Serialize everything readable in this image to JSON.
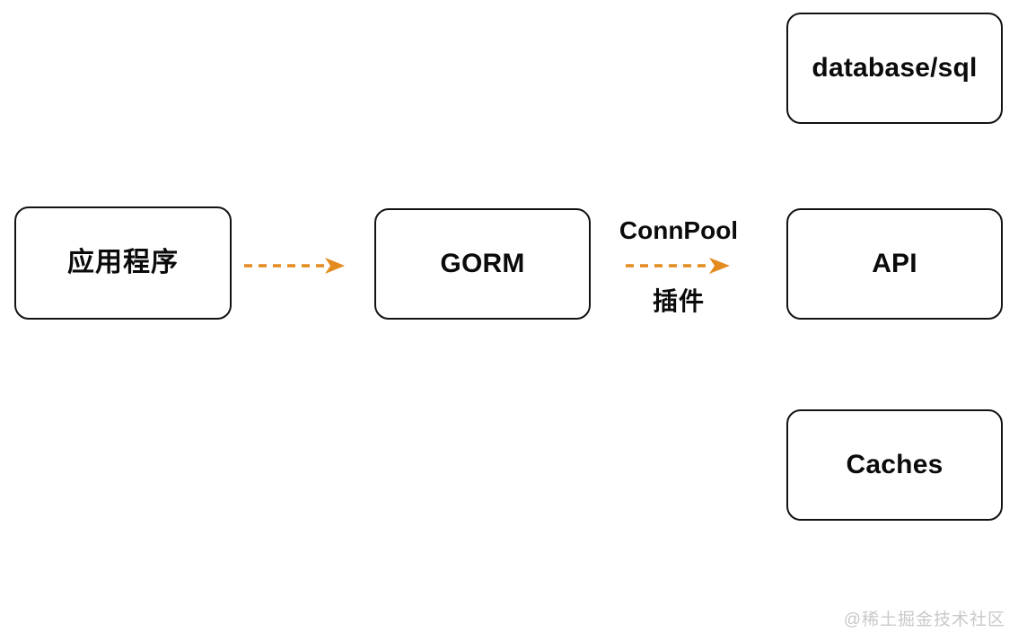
{
  "diagram": {
    "title": "GORM ConnPool plugin architecture",
    "background_color": "#ffffff",
    "node_border_color": "#121212",
    "node_text_color": "#0b0b0b",
    "edge_color": "#e38b1e",
    "nodes": [
      {
        "id": "app",
        "label": "应用程序",
        "script": "cjk"
      },
      {
        "id": "gorm",
        "label": "GORM",
        "script": "latin"
      },
      {
        "id": "dbsql",
        "label": "database/sql",
        "script": "latin"
      },
      {
        "id": "api",
        "label": "API",
        "script": "latin"
      },
      {
        "id": "caches",
        "label": "Caches",
        "script": "latin"
      }
    ],
    "edges": [
      {
        "id": "app-gorm",
        "from": "app",
        "to": "gorm",
        "style": "dashed",
        "label_above": "",
        "label_below": ""
      },
      {
        "id": "gorm-api",
        "from": "gorm",
        "to": "api",
        "style": "dashed",
        "label_above": "ConnPool",
        "label_below": "插件"
      }
    ]
  },
  "watermark": {
    "text": "@稀土掘金技术社区",
    "color": "#c9c9c9"
  }
}
